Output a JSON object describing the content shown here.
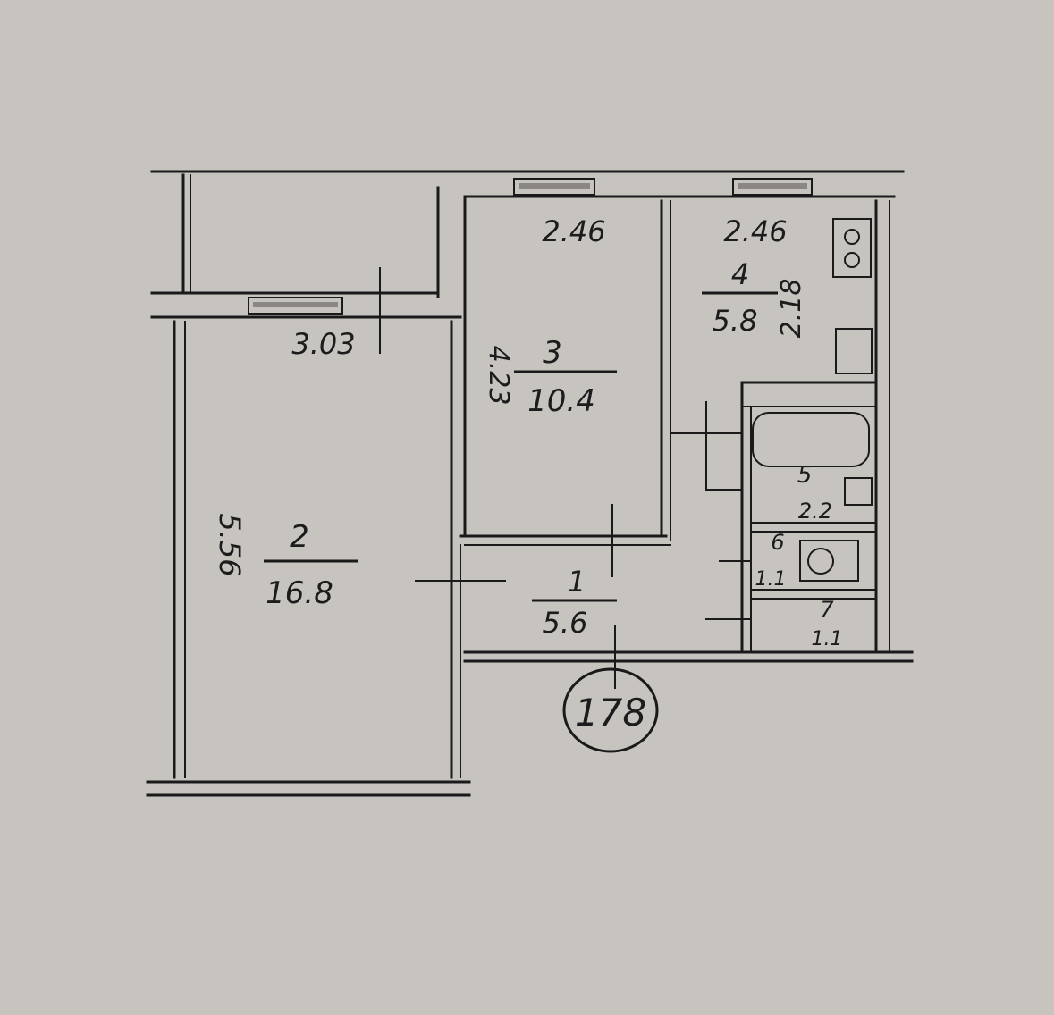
{
  "colors": {
    "paper": "#c7c4c0",
    "ink": "#1a1a1a",
    "window": "#8a8784"
  },
  "plan_number": "178",
  "rooms": [
    {
      "id": "1",
      "number": "1",
      "area": "5.6"
    },
    {
      "id": "2",
      "number": "2",
      "area": "16.8"
    },
    {
      "id": "3",
      "number": "3",
      "area": "10.4"
    },
    {
      "id": "4",
      "number": "4",
      "area": "5.8"
    },
    {
      "id": "5",
      "number": "5",
      "area": "2.2"
    },
    {
      "id": "6",
      "number": "6",
      "area": "1.1"
    },
    {
      "id": "7",
      "number": "7",
      "area": "1.1"
    }
  ],
  "dimensions": {
    "room2_width": "3.03",
    "room2_length": "5.56",
    "room3_width": "2.46",
    "room3_length": "4.23",
    "room4_width": "2.46",
    "room4_length": "2.18"
  }
}
